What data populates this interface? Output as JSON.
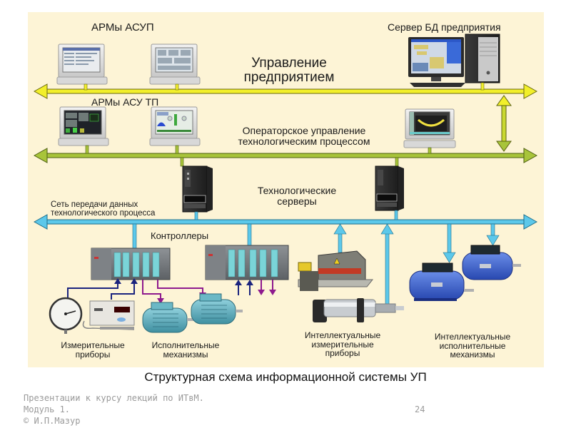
{
  "diagram": {
    "background_color": "#fdf4d6",
    "buses": {
      "enterprise": {
        "color": "#f2ef2a"
      },
      "operator": {
        "color": "#a8c43a"
      },
      "process": {
        "color": "#5cc8ea"
      }
    },
    "labels": {
      "arm_asup": "АРМы АСУП",
      "db_server": "Сервер БД предприятия",
      "enterprise_mgmt_line1": "Управление",
      "enterprise_mgmt_line2": "предприятием",
      "arm_asu_tp": "АРМы АСУ ТП",
      "operator_line1": "Операторское управление",
      "operator_line2": "технологическим процессом",
      "tech_servers_line1": "Технологические",
      "tech_servers_line2": "серверы",
      "network_line1": "Сеть передачи данных",
      "network_line2": "технологического процесса",
      "controllers": "Контроллеры",
      "meas_line1": "Измерительные",
      "meas_line2": "приборы",
      "exec_line1": "Исполнительные",
      "exec_line2": "механизмы",
      "smart_meas_line1": "Интеллектуальные",
      "smart_meas_line2": "измерительные",
      "smart_meas_line3": "приборы",
      "smart_exec_line1": "Интеллектуальные",
      "smart_exec_line2": "исполнительные",
      "smart_exec_line3": "механизмы"
    }
  },
  "caption": "Структурная схема информационной системы УП",
  "footer": {
    "line1": "Презентации к курсу лекций по ИТвМ.",
    "line2": "Модуль 1.",
    "line3": "© И.П.Мазур",
    "page_number": "24"
  }
}
